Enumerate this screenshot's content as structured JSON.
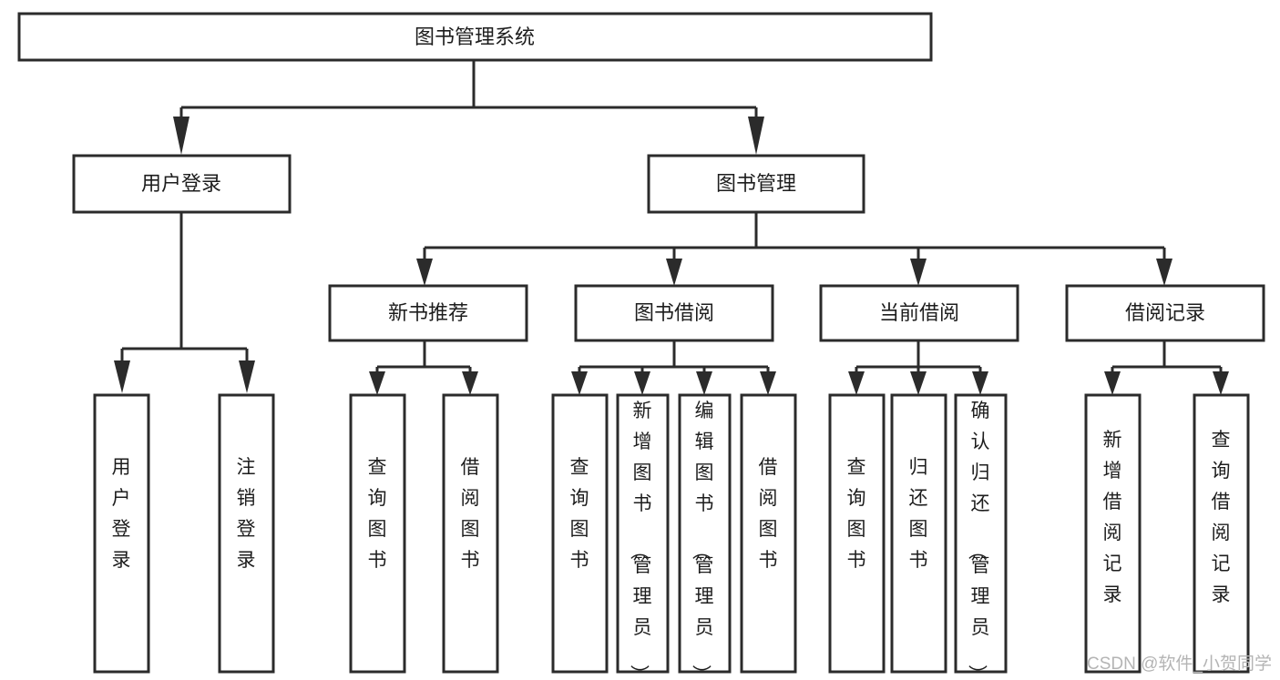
{
  "diagram": {
    "type": "tree",
    "title": "图书管理系统",
    "orientation": "top-down",
    "levels": 4,
    "root": {
      "id": "root",
      "label": "图书管理系统",
      "orientation": "horizontal"
    },
    "level2": [
      {
        "id": "user-login",
        "label": "用户登录",
        "orientation": "horizontal"
      },
      {
        "id": "book-manage",
        "label": "图书管理",
        "orientation": "horizontal"
      }
    ],
    "level3": [
      {
        "id": "new-book-rec",
        "label": "新书推荐",
        "orientation": "horizontal",
        "parent": "book-manage"
      },
      {
        "id": "book-borrow",
        "label": "图书借阅",
        "orientation": "horizontal",
        "parent": "book-manage"
      },
      {
        "id": "current-borrow",
        "label": "当前借阅",
        "orientation": "horizontal",
        "parent": "book-manage"
      },
      {
        "id": "borrow-record",
        "label": "借阅记录",
        "orientation": "horizontal",
        "parent": "book-manage"
      }
    ],
    "leaves": [
      {
        "id": "leaf-user-login",
        "label": "用户登录",
        "orientation": "vertical",
        "parent": "user-login"
      },
      {
        "id": "leaf-user-logout",
        "label": "注销登录",
        "orientation": "vertical",
        "parent": "user-login"
      },
      {
        "id": "leaf-query-book-1",
        "label": "查询图书",
        "orientation": "vertical",
        "parent": "new-book-rec"
      },
      {
        "id": "leaf-borrow-book-1",
        "label": "借阅图书",
        "orientation": "vertical",
        "parent": "new-book-rec"
      },
      {
        "id": "leaf-query-book-2",
        "label": "查询图书",
        "orientation": "vertical",
        "parent": "book-borrow"
      },
      {
        "id": "leaf-add-book",
        "label": "新增图书（管理员）",
        "orientation": "vertical",
        "parent": "book-borrow"
      },
      {
        "id": "leaf-edit-book",
        "label": "编辑图书（管理员）",
        "orientation": "vertical",
        "parent": "book-borrow"
      },
      {
        "id": "leaf-borrow-book-2",
        "label": "借阅图书",
        "orientation": "vertical",
        "parent": "book-borrow"
      },
      {
        "id": "leaf-query-book-3",
        "label": "查询图书",
        "orientation": "vertical",
        "parent": "current-borrow"
      },
      {
        "id": "leaf-return-book",
        "label": "归还图书",
        "orientation": "vertical",
        "parent": "current-borrow"
      },
      {
        "id": "leaf-confirm-return",
        "label": "确认归还（管理员）",
        "orientation": "vertical",
        "parent": "current-borrow"
      },
      {
        "id": "leaf-add-record",
        "label": "新增借阅记录",
        "orientation": "vertical",
        "parent": "borrow-record"
      },
      {
        "id": "leaf-query-record",
        "label": "查询借阅记录",
        "orientation": "vertical",
        "parent": "borrow-record"
      }
    ],
    "colors": {
      "stroke": "#2b2b2b",
      "fill": "#ffffff",
      "text": "#1d1d1d",
      "watermark": "#b4b4b4"
    }
  },
  "watermark": {
    "text": "CSDN @软件_小贺同学"
  }
}
